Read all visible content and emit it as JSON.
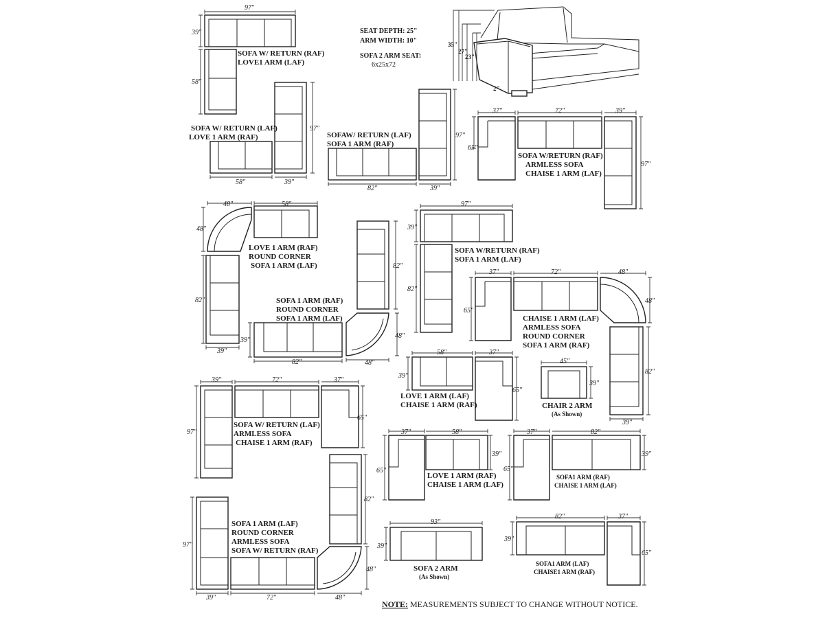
{
  "specs": {
    "seat_depth": "SEAT DEPTH: 25\"",
    "arm_width": "ARM WIDTH: 10\"",
    "sofa2_title": "SOFA 2 ARM SEAT:",
    "sofa2_value": "6x25x72"
  },
  "perspective": {
    "h_back": "35\"",
    "h_arm": "27\"",
    "h_seat": "23\"",
    "h_leg": "2\""
  },
  "configs": [
    {
      "id": "c1",
      "lines": [
        "SOFA W/ RETURN (RAF)",
        "LOVE1 ARM (LAF)"
      ],
      "dims": [
        "97\"",
        "39\"",
        "58\""
      ]
    },
    {
      "id": "c2",
      "lines": [
        "SOFA  W/ RETURN (LAF)",
        "LOVE 1 ARM (RAF)"
      ],
      "dims": [
        "58\"",
        "39\"",
        "97\""
      ]
    },
    {
      "id": "c3",
      "lines": [
        "SOFAW/ RETURN (LAF)",
        "SOFA 1 ARM (RAF)"
      ],
      "dims": [
        "82\"",
        "39\"",
        "97\""
      ]
    },
    {
      "id": "c4",
      "lines": [
        "SOFA W/RETURN (RAF)",
        "ARMLESS SOFA",
        "CHAISE 1 ARM (LAF)"
      ],
      "dims": [
        "37\"",
        "72\"",
        "39\"",
        "65\"",
        "97\""
      ]
    },
    {
      "id": "c5",
      "lines": [
        "LOVE 1 ARM (RAF)",
        "ROUND CORNER",
        "SOFA 1 ARM (LAF)"
      ],
      "dims": [
        "48\"",
        "58\"",
        "48\"",
        "82\"",
        "39\""
      ]
    },
    {
      "id": "c6",
      "lines": [
        "SOFA 1 ARM (RAF)",
        "ROUND CORNER",
        "SOFA 1 ARM (LAF)"
      ],
      "dims": [
        "82\"",
        "39\"",
        "82\"",
        "48\"",
        "48\""
      ]
    },
    {
      "id": "c7",
      "lines": [
        "SOFA W/RETURN (RAF)",
        "SOFA 1 ARM (LAF)"
      ],
      "dims": [
        "97\"",
        "39\"",
        "82\""
      ]
    },
    {
      "id": "c8",
      "lines": [
        "CHAISE 1 ARM (LAF)",
        "ARMLESS SOFA",
        "ROUND CORNER",
        "SOFA 1 ARM (RAF)"
      ],
      "dims": [
        "37\"",
        "72\"",
        "48\"",
        "65\"",
        "48\"",
        "82\"",
        "39\""
      ]
    },
    {
      "id": "c9",
      "lines": [
        "LOVE 1 ARM (LAF)",
        "CHAISE 1 ARM (RAF)"
      ],
      "dims": [
        "58\"",
        "37\"",
        "39\"",
        "65\""
      ]
    },
    {
      "id": "c10",
      "lines": [
        "CHAIR 2 ARM"
      ],
      "sub": "(As Shown)",
      "dims": [
        "45\"",
        "39\""
      ]
    },
    {
      "id": "c11",
      "lines": [
        "SOFA W/ RETURN (LAF)",
        "ARMLESS SOFA",
        "CHAISE 1 ARM (RAF)"
      ],
      "dims": [
        "39\"",
        "72\"",
        "37\"",
        "97\"",
        "65\""
      ]
    },
    {
      "id": "c12",
      "lines": [
        "LOVE 1 ARM (RAF)",
        "CHAISE 1 ARM (LAF)"
      ],
      "dims": [
        "37\"",
        "58\"",
        "39\"",
        "65\""
      ]
    },
    {
      "id": "c13",
      "lines": [
        "SOFA1 ARM (RAF)",
        "CHAISE 1 ARM (LAF)"
      ],
      "dims": [
        "37\"",
        "82\"",
        "39\"",
        "65\""
      ]
    },
    {
      "id": "c14",
      "lines": [
        "SOFA 1 ARM (LAF)",
        "ROUND CORNER",
        "ARMLESS SOFA",
        "SOFA W/ RETURN (RAF)"
      ],
      "dims": [
        "97\"",
        "82\"",
        "48\"",
        "39\"",
        "72\"",
        "48\""
      ]
    },
    {
      "id": "c15",
      "lines": [
        "SOFA 2 ARM"
      ],
      "sub": "(As Shown)",
      "dims": [
        "93\"",
        "39\""
      ]
    },
    {
      "id": "c16",
      "lines": [
        "SOFA1 ARM (LAF)",
        "CHAISE1 ARM (RAF)"
      ],
      "dims": [
        "82\"",
        "37\"",
        "39\"",
        "65\""
      ]
    }
  ],
  "note": {
    "label": "NOTE:",
    "text": " MEASUREMENTS SUBJECT TO CHANGE WITHOUT NOTICE."
  }
}
